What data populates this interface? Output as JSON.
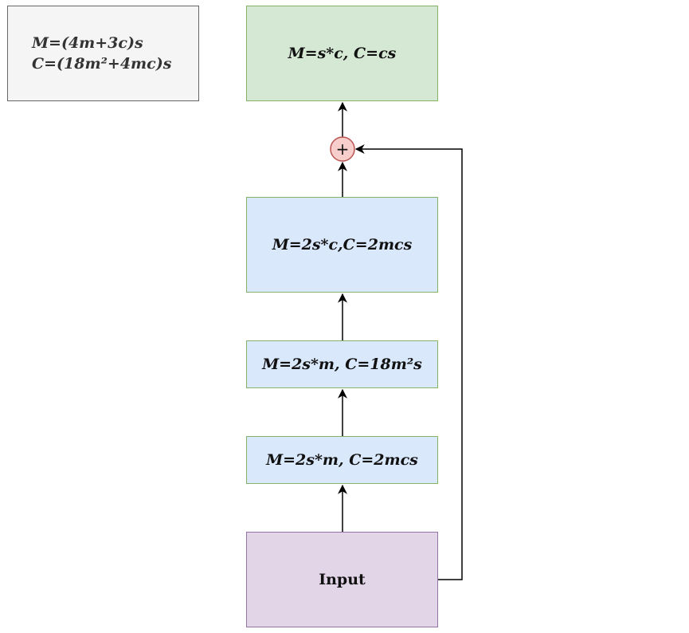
{
  "summary": {
    "memory": "M=(4m+3c)s",
    "compute": "C=(18m²+4mc)s"
  },
  "output_box": {
    "label": "M=s*c, C=cs"
  },
  "add_node": {
    "symbol": "+"
  },
  "layer3": {
    "label": "M=2s*c,C=2mcs"
  },
  "layer2": {
    "label": "M=2s*m, C=18m²s"
  },
  "layer1": {
    "label": "M=2s*m, C=2mcs"
  },
  "input_box": {
    "label": "Input"
  },
  "colors": {
    "summary_fill": "#f5f5f5",
    "output_fill": "#d5e8d4",
    "layer_fill": "#dae8fc",
    "input_fill": "#e1d5e7",
    "add_fill": "#f8cecc",
    "add_stroke": "#b85450"
  }
}
